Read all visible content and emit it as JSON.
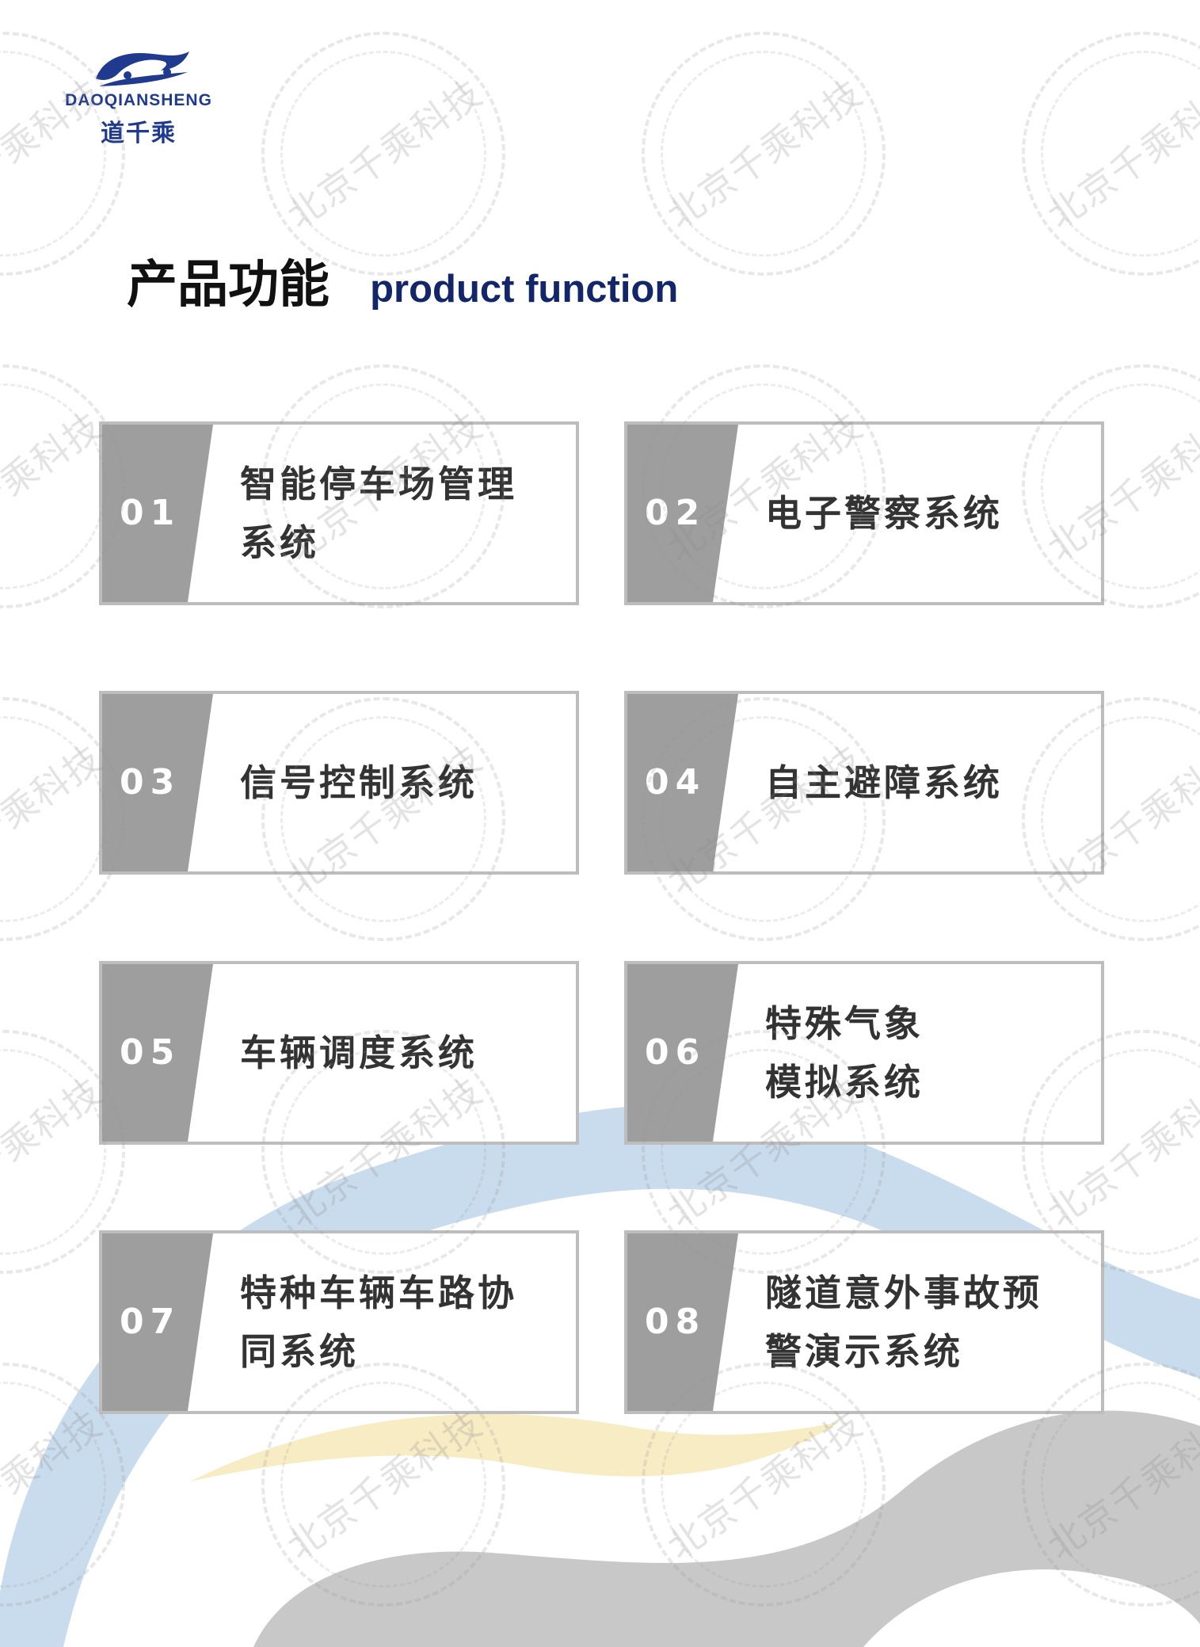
{
  "logo": {
    "english": "DAOQIANSHENG",
    "chinese": "道千乘",
    "icon": "car-swoosh-icon"
  },
  "heading": {
    "chinese": "产品功能",
    "english": "product function"
  },
  "watermark": "北京千乘科技",
  "colors": {
    "brand_blue": "#1f3a8e",
    "heading_blue": "#14266a",
    "tab_gray": "#9e9e9e",
    "border_gray": "#bdbdbd",
    "text_dark": "#333333",
    "wave_blue": "#c9dcee",
    "wave_yellow": "#f8ecc4",
    "wave_gray": "#c8c8c8"
  },
  "functions": [
    {
      "number": "01",
      "lines": [
        "智能停车场管理",
        "系统"
      ]
    },
    {
      "number": "02",
      "lines": [
        "电子警察系统"
      ]
    },
    {
      "number": "03",
      "lines": [
        "信号控制系统"
      ]
    },
    {
      "number": "04",
      "lines": [
        "自主避障系统"
      ]
    },
    {
      "number": "05",
      "lines": [
        "车辆调度系统"
      ]
    },
    {
      "number": "06",
      "lines": [
        "特殊气象",
        "模拟系统"
      ]
    },
    {
      "number": "07",
      "lines": [
        "特种车辆车路协",
        "同系统"
      ]
    },
    {
      "number": "08",
      "lines": [
        "隧道意外事故预",
        "警演示系统"
      ]
    }
  ]
}
